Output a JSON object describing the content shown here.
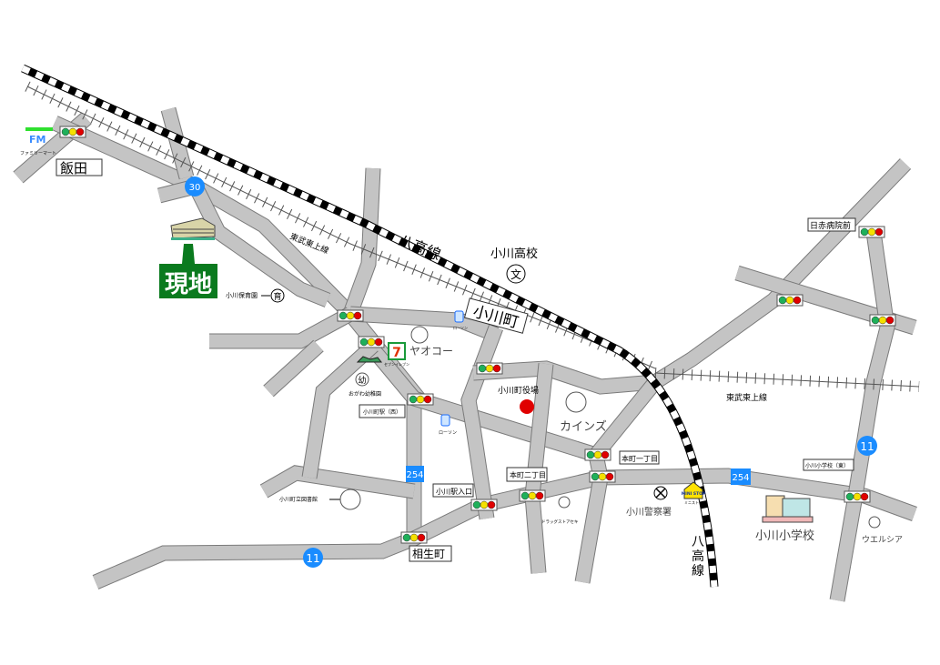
{
  "labels": {
    "iida": "飯田",
    "familymart_logo": "FM",
    "familymart": "ファミリーマート",
    "current_location": "現地",
    "route30": "30",
    "tobu_tojo_line": "東武東上線",
    "hachiko_line": "八高線",
    "hachiko_line_vertical": [
      "八",
      "高",
      "線"
    ],
    "ogawa_nursery": "小川保育園",
    "nursery_symbol": "育",
    "ogawa_high_school": "小川高校",
    "school_symbol": "文",
    "ogawa_machi_station": "小川町",
    "lawson": "ローソン",
    "yaoko": "ヤオコー",
    "seven_eleven": "セブンイレブン",
    "kindergarten_symbol": "幼",
    "ogawa_kindergarten": "おがわ幼稚園",
    "ogawa_station_west": "小川町駅（西）",
    "town_hall": "小川町役場",
    "cainz": "カインズ",
    "route254": "254",
    "route11": "11",
    "ogawa_library": "小川町立図書館",
    "ogawa_station_entrance": "小川駅入口",
    "honcho_2": "本町二丁目",
    "honcho_1": "本町一丁目",
    "drugstore": "ドラッグストアセキ",
    "police": "小川警察署",
    "ministop_logo": "MINI STOP",
    "ministop": "ミニストップ",
    "aioicho": "相生町",
    "red_cross_hospital": "日赤病院前",
    "ogawa_elem_east": "小川小学校（東）",
    "ogawa_elementary": "小川小学校",
    "welcia": "ウエルシア"
  },
  "colors": {
    "road": "#c4c4c4",
    "current_location": "#0a7a1e",
    "route_badge": "#1a8cff",
    "town_hall_marker": "#e00000",
    "signal_green": "#1fb05a",
    "signal_yellow": "#f5e000",
    "signal_red": "#e00000"
  }
}
